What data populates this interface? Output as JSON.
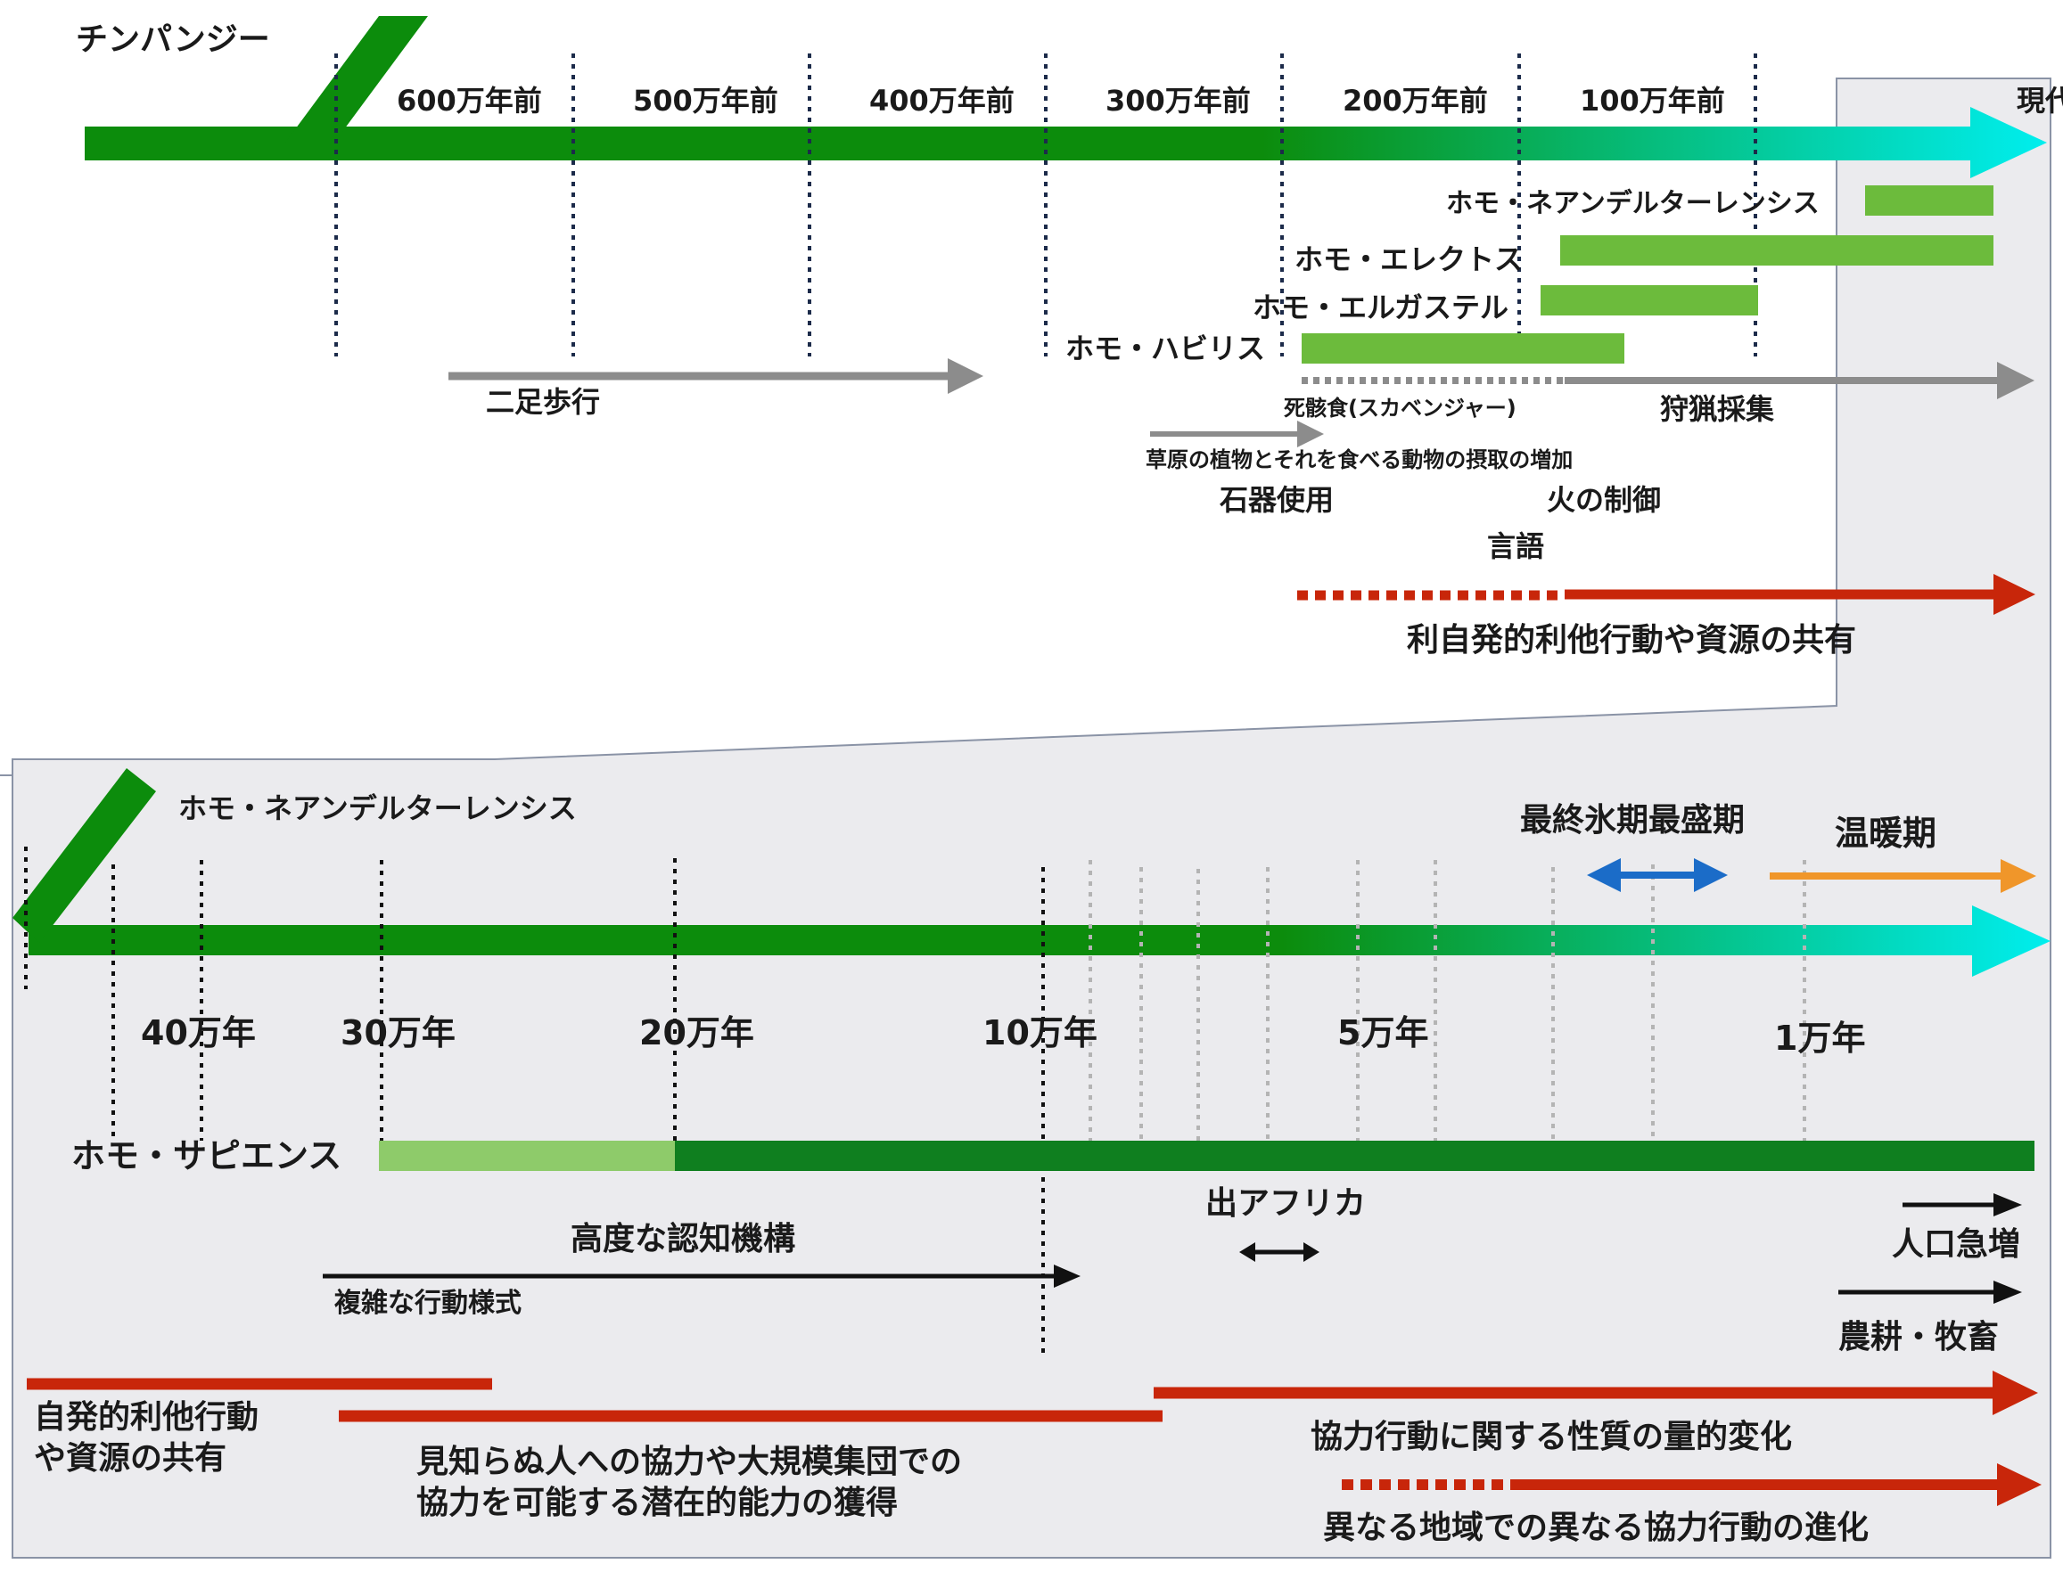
{
  "top_timeline": {
    "origin_label": "チンパンジー",
    "end_label": "現代",
    "tick_labels": [
      "600万年前",
      "500万年前",
      "400万年前",
      "300万年前",
      "200万年前",
      "100万年前"
    ],
    "species": [
      {
        "name": "ホモ・ネアンデルターレンシス"
      },
      {
        "name": "ホモ・エレクトス"
      },
      {
        "name": "ホモ・エルガステル"
      },
      {
        "name": "ホモ・ハビリス"
      }
    ],
    "events": {
      "bipedal": "二足歩行",
      "scavenging": "死骸食(スカベンジャー)",
      "hunting": "狩猟採集",
      "grassland": "草原の植物とそれを食べる動物の摂取の増加",
      "stone_tools": "石器使用",
      "fire": "火の制御",
      "language": "言語",
      "altruism": "利自発的利他行動や資源の共有"
    }
  },
  "bottom_timeline": {
    "origin_label": "ホモ・ネアンデルターレンシス",
    "tick_labels": [
      "40万年",
      "30万年",
      "20万年",
      "10万年",
      "5万年",
      "1万年"
    ],
    "climate": {
      "lgm": "最終氷期最盛期",
      "warm": "温暖期"
    },
    "sapiens_label": "ホモ・サピエンス",
    "events": {
      "out_of_africa": "出アフリカ",
      "cognition": "高度な認知機構",
      "complex_behavior": "複雑な行動様式",
      "population": "人口急増",
      "agriculture": "農耕・牧畜",
      "altruism_line1": "自発的利他行動",
      "altruism_line2": "や資源の共有",
      "strangers_line1": "見知らぬ人への協力や大規模集団での",
      "strangers_line2": "協力を可能する潜在的能力の獲得",
      "quantitative": "協力行動に関する性質の量的変化",
      "regional": "異なる地域での異なる協力行動の進化"
    }
  },
  "colors": {
    "main_green": "#0c8c0c",
    "species_green": "#6cbb3c",
    "cyan": "#00eeee",
    "gray": "#8c8c8c",
    "red": "#c8260a",
    "blue": "#1b6cc8",
    "orange": "#f0962a",
    "panel": "#ebebee"
  }
}
